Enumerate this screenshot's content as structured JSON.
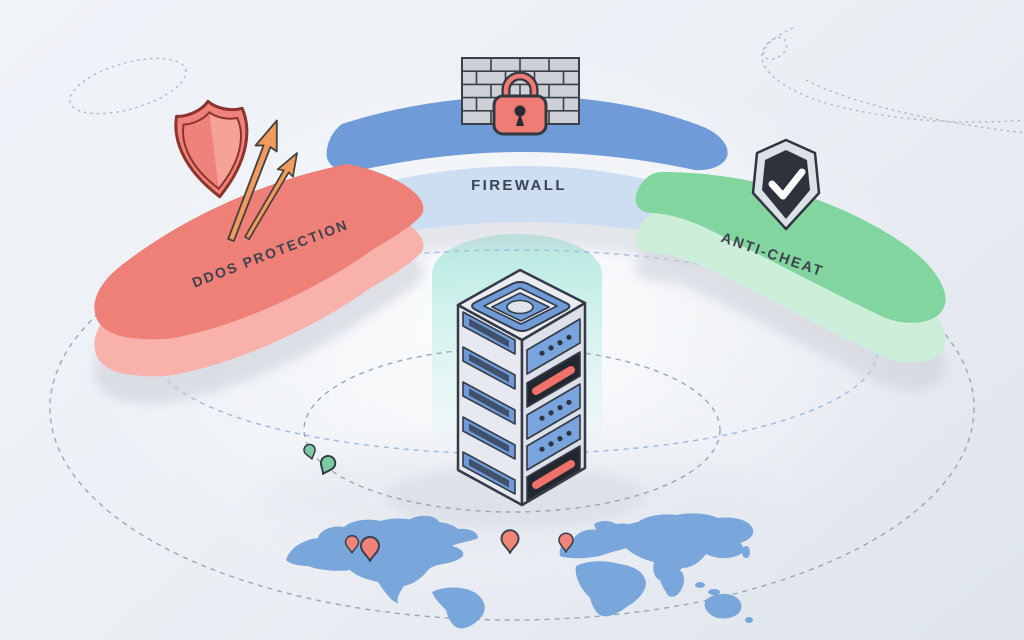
{
  "title": "Server protection layers illustration",
  "protections": {
    "ddos": {
      "label": "DDOS PROTECTION",
      "top_color": "#ee8077",
      "side_color": "#f9b2ab",
      "icon": "shield-arrows-icon",
      "position": "left"
    },
    "firewall": {
      "label": "FIREWALL",
      "top_color": "#6f9cd8",
      "side_color": "#cdddf2",
      "icon": "brick-wall-padlock-icon",
      "position": "top"
    },
    "anticheat": {
      "label": "ANTI-CHEAT",
      "top_color": "#83d59f",
      "side_color": "#cdeed8",
      "icon": "shield-check-icon",
      "position": "right"
    }
  },
  "server": {
    "left_slat_count": 5,
    "right_panels": [
      "blue-indicator-dots",
      "alert-red-bar",
      "blue-indicator-dots",
      "blue-indicator-dots",
      "alert-red-bar"
    ]
  },
  "map": {
    "fill": "#79a7dc",
    "red_pin_count": 4,
    "green_marker_count": 2,
    "pin_color": "#f18478",
    "green_marker_color": "#7cc9a2"
  },
  "colors": {
    "background_start": "#f0f3f8",
    "background_end": "#dfe4ec",
    "outline": "#343a46",
    "label_text": "#3d434e",
    "orbit_dash": "#9aa7ba",
    "orbit_dash_blue": "#9cbbe4",
    "glow_teal": "#bdeee6",
    "shadow": "#c9cdd6"
  }
}
